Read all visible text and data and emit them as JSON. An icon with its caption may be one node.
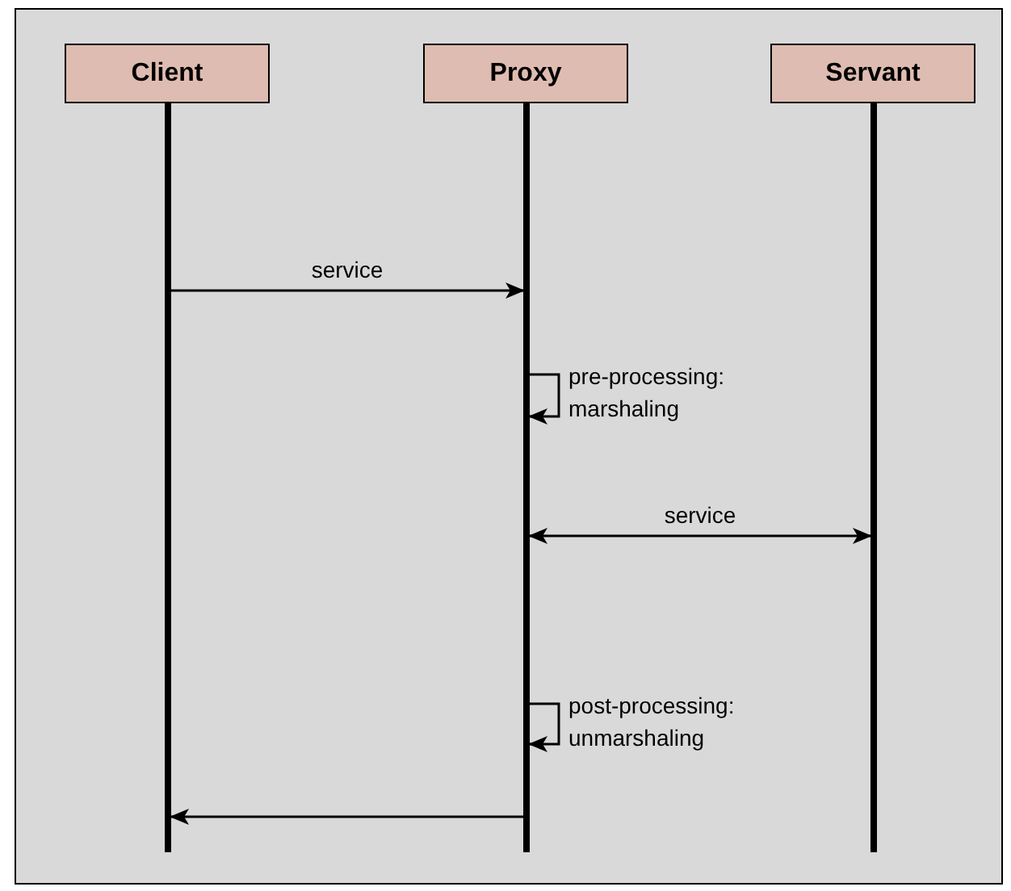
{
  "diagram": {
    "nodes": [
      {
        "text": [
          "Client"
        ]
      },
      {
        "text": [
          "Proxy"
        ]
      },
      {
        "text": [
          "Servant"
        ]
      },
      {
        "text": [],
        "shape": "bar"
      },
      {
        "text": [],
        "shape": "bar"
      },
      {
        "text": [],
        "shape": "bar"
      }
    ],
    "edges": [
      {
        "from": 3,
        "to": 4,
        "arrow": "to",
        "label": "service"
      },
      {
        "from": 4,
        "to": 4,
        "arrow": "to",
        "label": "pre-processing: marshaling"
      },
      {
        "from": 4,
        "to": 5,
        "arrow": "both",
        "label": "service"
      },
      {
        "from": 4,
        "to": 4,
        "arrow": "to",
        "label": "post-processing: unmarshaling"
      },
      {
        "from": 4,
        "to": 3,
        "arrow": "to"
      }
    ]
  }
}
